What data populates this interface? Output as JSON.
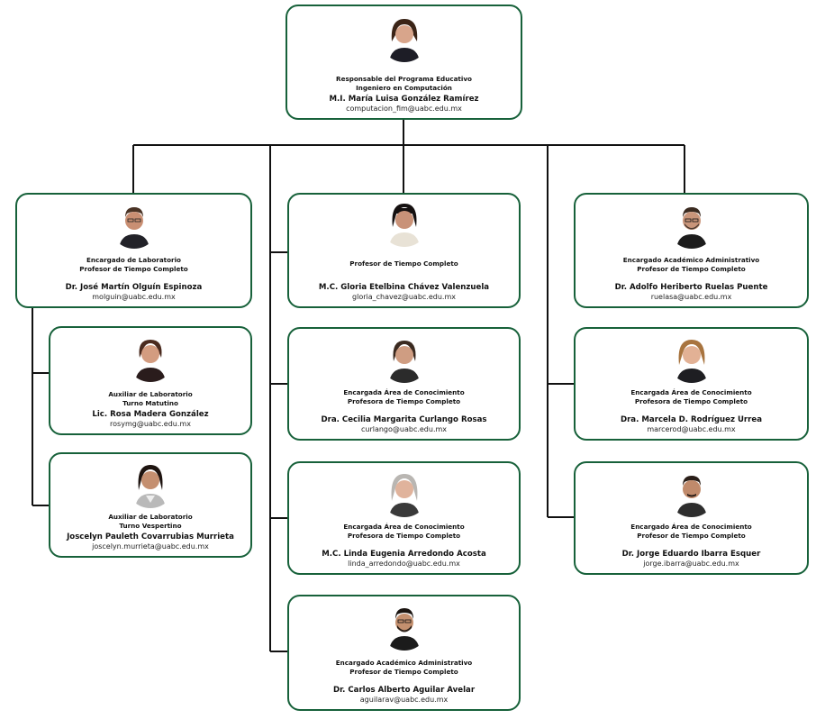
{
  "theme": {
    "border_color": "#17613a",
    "line_color": "#111111"
  },
  "top": {
    "role1": "Responsable del Programa Educativo",
    "role2": "Ingeniero en Computación",
    "name": "M.I. María Luisa González Ramírez",
    "email": "computacion_fim@uabc.edu.mx"
  },
  "left": [
    {
      "role1": "Encargado de Laboratorio",
      "role2": "Profesor de Tiempo Completo",
      "name": "Dr. José Martín Olguín Espinoza",
      "email": "molguin@uabc.edu.mx"
    },
    {
      "role1": "Auxiliar de Laboratorio",
      "role2": "Turno Matutino",
      "name": "Lic. Rosa Madera González",
      "email": "rosymg@uabc.edu.mx"
    },
    {
      "role1": "Auxiliar de Laboratorio",
      "role2": "Turno Vespertino",
      "name": "Joscelyn Pauleth Covarrubias Murrieta",
      "email": "joscelyn.murrieta@uabc.edu.mx"
    }
  ],
  "center": [
    {
      "role1": "Profesor de Tiempo Completo",
      "role2": "",
      "name": "M.C. Gloria Etelbina Chávez Valenzuela",
      "email": "gloria_chavez@uabc.edu.mx"
    },
    {
      "role1": "Encargada Área de Conocimiento",
      "role2": "Profesora de Tiempo Completo",
      "name": "Dra. Cecilia Margarita Curlango Rosas",
      "email": "curlango@uabc.edu.mx"
    },
    {
      "role1": "Encargada Área de Conocimiento",
      "role2": "Profesora de Tiempo Completo",
      "name": "M.C. Linda Eugenia Arredondo Acosta",
      "email": "linda_arredondo@uabc.edu.mx"
    },
    {
      "role1": "Encargado Académico Administrativo",
      "role2": "Profesor de Tiempo Completo",
      "name": "Dr. Carlos Alberto Aguilar Avelar",
      "email": "aguilarav@uabc.edu.mx"
    }
  ],
  "right": [
    {
      "role1": "Encargado Académico Administrativo",
      "role2": "Profesor de Tiempo Completo",
      "name": "Dr. Adolfo Heriberto Ruelas Puente",
      "email": "ruelasa@uabc.edu.mx"
    },
    {
      "role1": "Encargada Área de Conocimiento",
      "role2": "Profesora de Tiempo Completo",
      "name": "Dra. Marcela D. Rodríguez Urrea",
      "email": "marcerod@uabc.edu.mx"
    },
    {
      "role1": "Encargado Área de Conocimiento",
      "role2": "Profesor de Tiempo Completo",
      "name": "Dr. Jorge Eduardo Ibarra Esquer",
      "email": "jorge.ibarra@uabc.edu.mx"
    }
  ]
}
